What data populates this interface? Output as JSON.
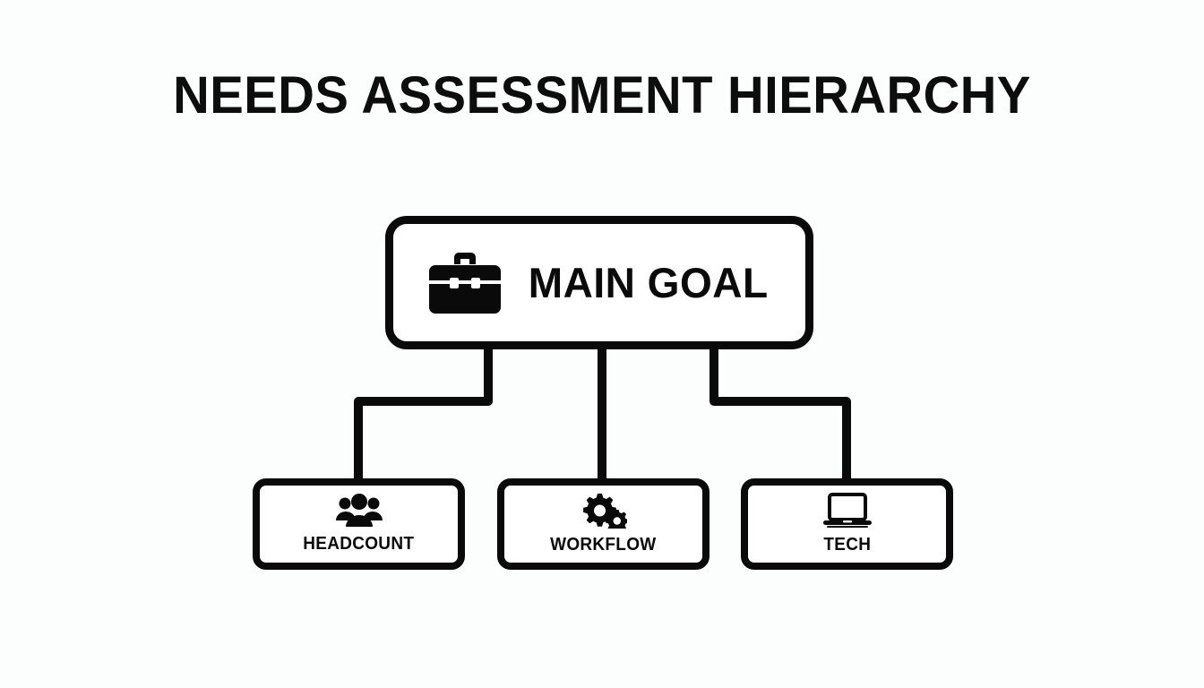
{
  "diagram": {
    "title": "NEEDS ASSESSMENT HIERARCHY",
    "type": "organizational-hierarchy",
    "background_color": "#fcfdfd",
    "stroke_color": "#0a0a0a",
    "node_fill_color": "#ffffff",
    "root": {
      "id": "main-goal",
      "label": "MAIN GOAL",
      "icon": "briefcase-icon"
    },
    "children": [
      {
        "id": "headcount",
        "label": "HEADCOUNT",
        "icon": "people-group-icon"
      },
      {
        "id": "workflow",
        "label": "WORKFLOW",
        "icon": "gears-icon"
      },
      {
        "id": "tech",
        "label": "TECH",
        "icon": "laptop-icon"
      }
    ],
    "connectors": [
      {
        "from": "main-goal",
        "to": "headcount",
        "style": "elbow-left"
      },
      {
        "from": "main-goal",
        "to": "workflow",
        "style": "straight"
      },
      {
        "from": "main-goal",
        "to": "tech",
        "style": "elbow-right"
      }
    ]
  }
}
